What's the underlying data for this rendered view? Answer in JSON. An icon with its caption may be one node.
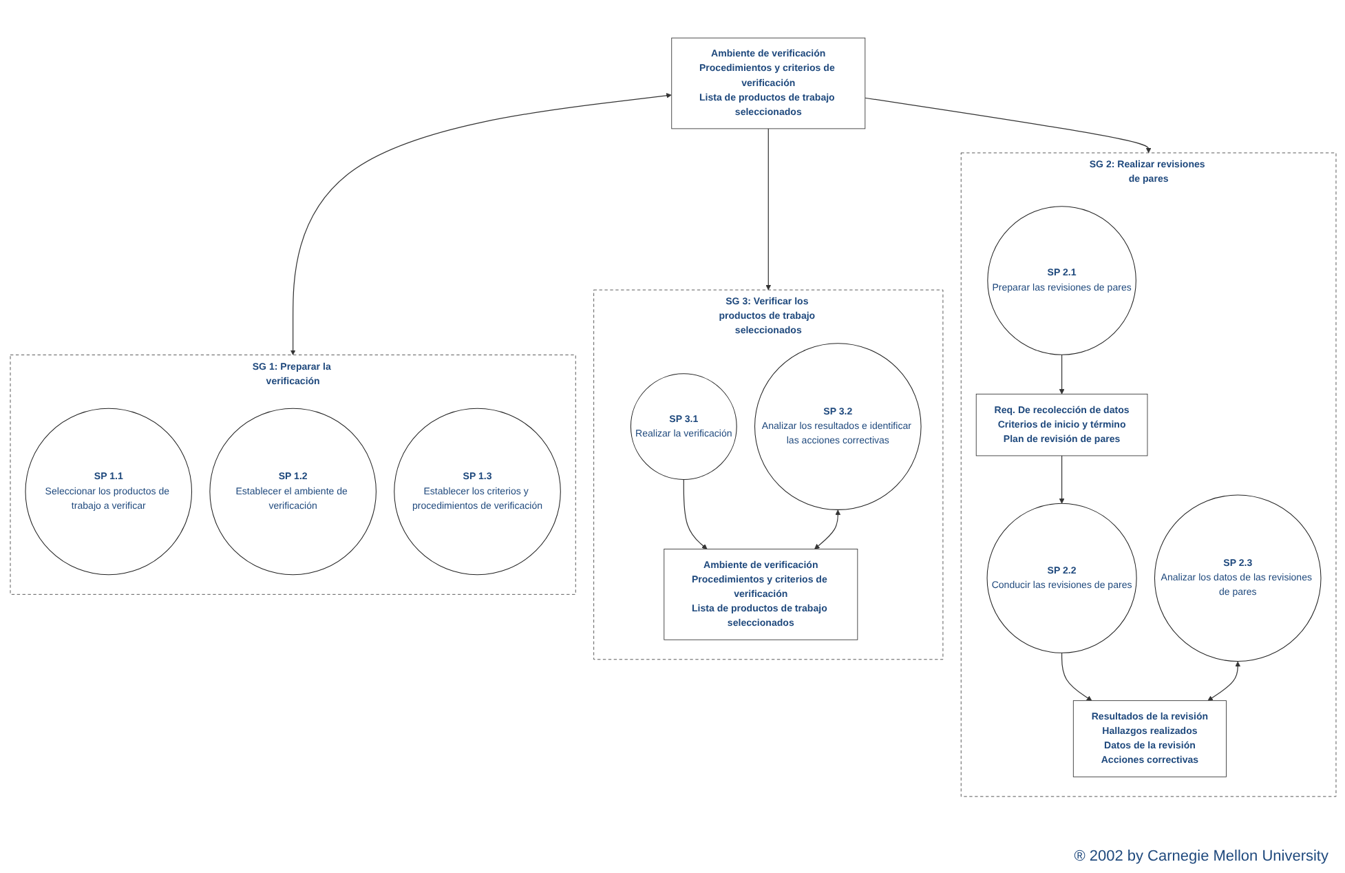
{
  "diagram": {
    "nodes": [
      {
        "text": [
          "SG 1: Preparar la verificación"
        ]
      },
      {
        "text": [
          "SP 1.1",
          "Seleccionar los productos de trabajo a verificar"
        ],
        "in": 0
      },
      {
        "text": [
          "SP 1.2",
          "Establecer el ambiente de verificación"
        ],
        "in": 0
      },
      {
        "text": [
          "SP 1.3",
          "Establecer los criterios y procedimientos de verificación"
        ],
        "in": 0
      },
      {
        "text": [
          "SG 2: Realizar revisiones de pares"
        ]
      },
      {
        "text": [
          "SP 2.1",
          "Preparar las revisiones de pares"
        ],
        "in": 4
      },
      {
        "text": [
          "Req. De recolección de datos",
          "Criterios de inicio y término",
          "Plan de revisión de pares"
        ],
        "in": 4
      },
      {
        "text": [
          "SP 2.2",
          "Conducir las revisiones de pares"
        ],
        "in": 4
      },
      {
        "text": [
          "Resultados de la revisión",
          "Hallazgos realizados",
          "Datos de la revisión",
          "Acciones correctivas"
        ],
        "in": 4
      },
      {
        "text": [
          "SP 2.3",
          "Analizar los datos de las revisiones de pares"
        ],
        "in": 4
      },
      {
        "text": [
          "Ambiente de verificación",
          "Procedimientos y criterios de verificación",
          "Lista de productos de trabajo seleccionados"
        ]
      },
      {
        "text": [
          "SG 3: Verificar los productos de trabajo seleccionados"
        ]
      },
      {
        "text": [
          "SP 3.1",
          "Realizar la verificación"
        ],
        "in": 11
      },
      {
        "text": [
          "SP 3.2",
          "Analizar los resultados e identificar las acciones correctivas"
        ],
        "in": 11
      },
      {
        "text": [
          "Ambiente de verificación",
          "Procedimientos y criterios de verificación",
          "Lista de productos de trabajo seleccionados"
        ],
        "in": 11
      }
    ],
    "edges": [
      {
        "from": 10,
        "to": 0,
        "arrow": "both"
      },
      {
        "from": 10,
        "to": 11,
        "arrow": "to"
      },
      {
        "from": 10,
        "to": 4,
        "arrow": "to"
      },
      {
        "from": 5,
        "to": 6,
        "arrow": "to"
      },
      {
        "from": 6,
        "to": 7,
        "arrow": "to"
      },
      {
        "from": 7,
        "to": 8,
        "arrow": "to"
      },
      {
        "from": 9,
        "to": 8,
        "arrow": "both"
      },
      {
        "from": 12,
        "to": 14,
        "arrow": "to"
      },
      {
        "from": 13,
        "to": 14,
        "arrow": "both"
      }
    ],
    "labels": [
      "® 2002 by Carnegie Mellon University"
    ]
  }
}
